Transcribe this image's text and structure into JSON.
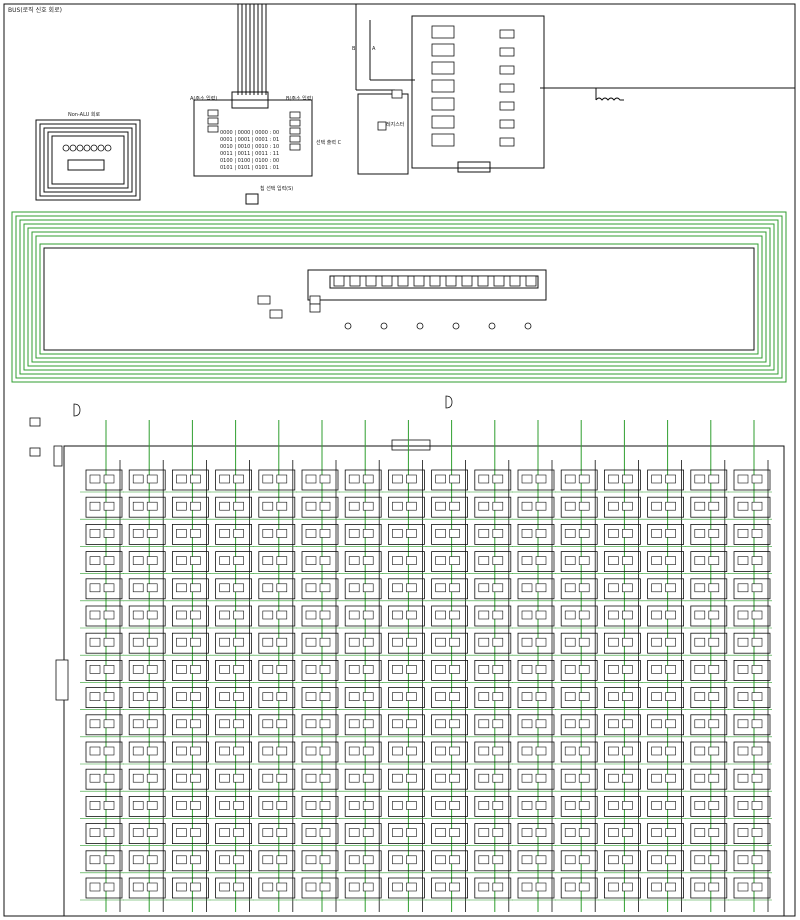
{
  "title": "BUS(로직 신호 회로)",
  "labels": {
    "non_alu_block": "Non-ALU 회로",
    "decoder_a": "A(주소 입력)",
    "decoder_b": "B(주소 입력)",
    "select_out": "선택 출력 C",
    "chip_select": "칩 선택 입력(S)",
    "wire_b": "B",
    "wire_a": "A",
    "reg_label": "레지스터"
  },
  "truth_table": [
    "0000 | 0000 | 0000 : 00",
    "0001 | 0001 | 0001 : 01",
    "0010 | 0010 | 0010 : 10",
    "0011 | 0011 | 0011 : 11",
    "0100 | 0100 | 0100 : 00",
    "0101 | 0101 | 0101 : 01"
  ],
  "ram_grid": {
    "columns": 16,
    "rows": 16
  },
  "colors": {
    "wire": "#2f9e2f",
    "line": "#111111",
    "bg": "#ffffff"
  }
}
